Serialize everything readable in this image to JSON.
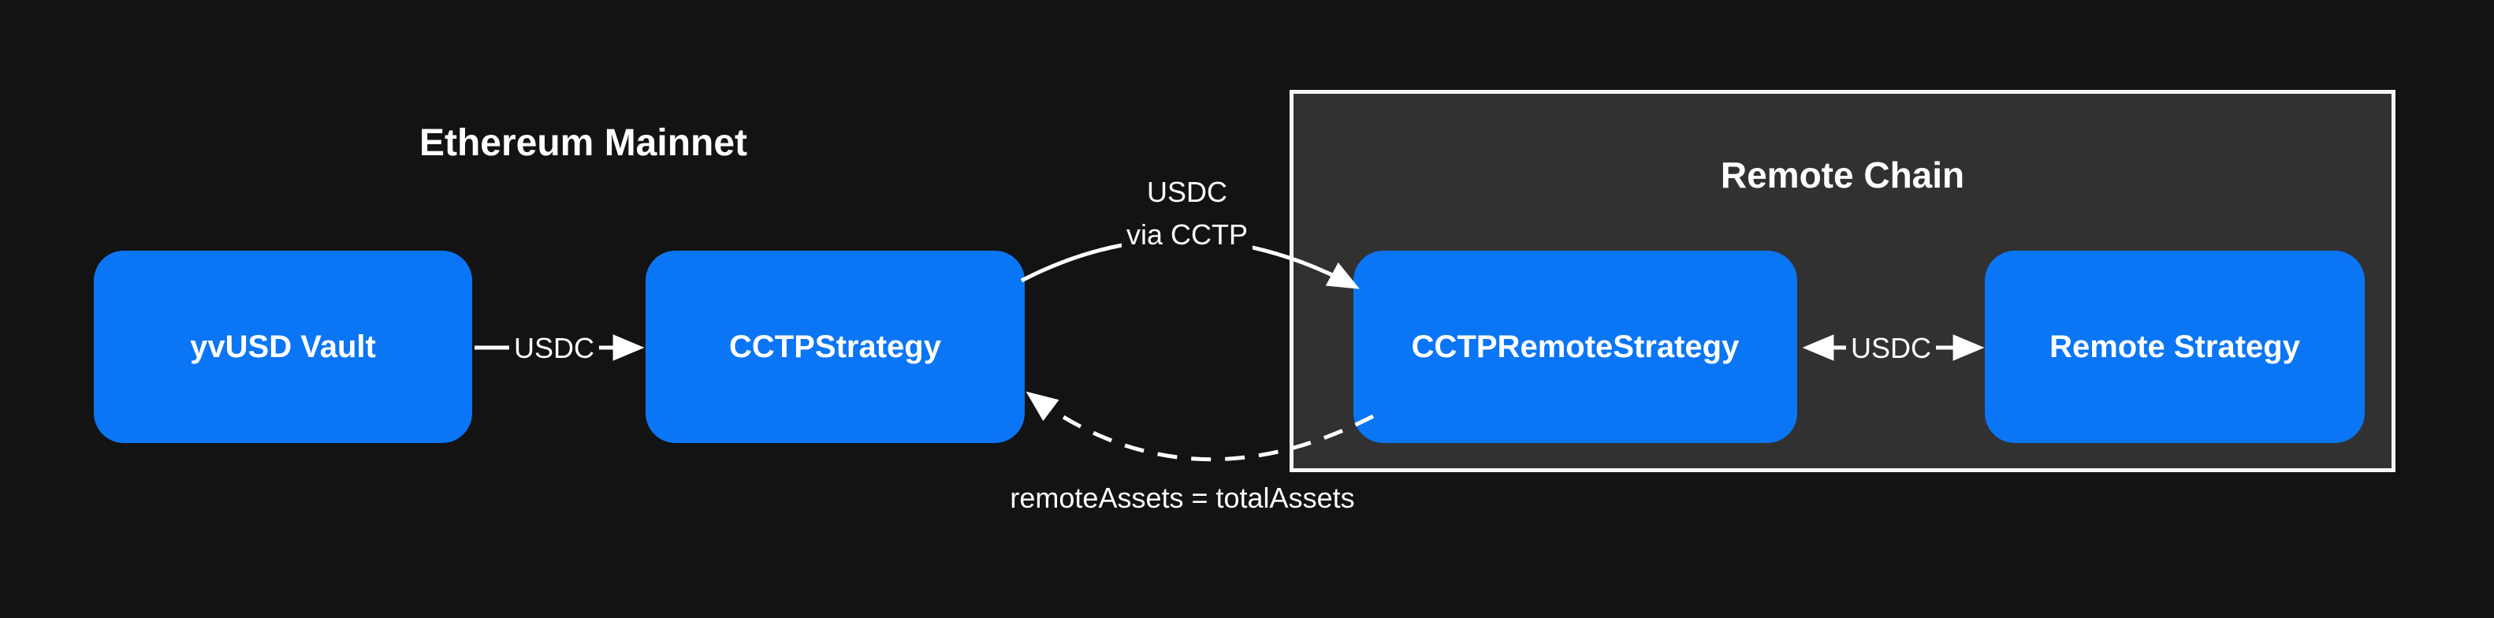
{
  "diagram": {
    "regions": {
      "mainnet": {
        "label": "Ethereum Mainnet"
      },
      "remote_chain": {
        "label": "Remote Chain"
      }
    },
    "nodes": {
      "vault": {
        "label": "yvUSD Vault"
      },
      "cctp_strategy": {
        "label": "CCTPStrategy"
      },
      "cctp_remote_strategy": {
        "label": "CCTPRemoteStrategy"
      },
      "remote_strategy": {
        "label": "Remote Strategy"
      }
    },
    "edges": {
      "vault_to_cctp_strategy": {
        "label": "USDC",
        "style": "solid-arrow-right"
      },
      "cctp_strategy_to_cctp_remote_strategy": {
        "label_line1": "USDC",
        "label_line2": "via CCTP",
        "style": "solid-curved-arrow"
      },
      "cctp_remote_strategy_to_remote_strategy": {
        "label": "USDC",
        "style": "solid-double-arrow"
      },
      "cctp_remote_strategy_to_cctp_strategy": {
        "label": "remoteAssets = totalAssets",
        "style": "dashed-curved-arrow"
      }
    },
    "colors": {
      "background": "#131313",
      "node_fill": "#0b76f5",
      "node_text": "#ffffff",
      "remote_chain_fill": "#313131",
      "remote_chain_border": "#f7f7f7",
      "arrow": "#ffffff",
      "label_text": "#ffffff"
    }
  }
}
